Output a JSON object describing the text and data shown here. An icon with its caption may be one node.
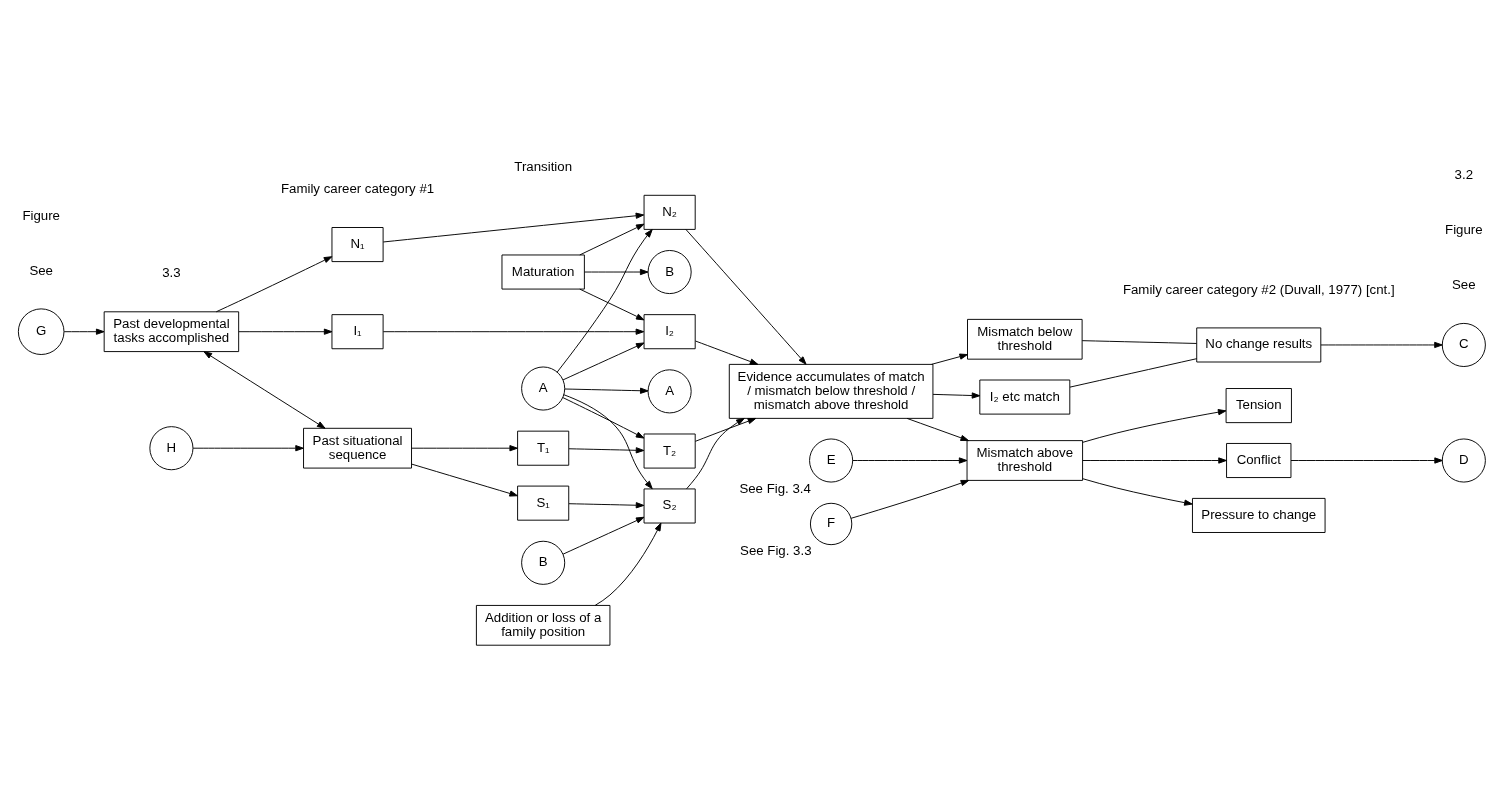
{
  "diagram": {
    "nodes": [
      {
        "text": [
          "G"
        ]
      },
      {
        "text": [
          "H"
        ]
      },
      {
        "text": [
          "Past developmental tasks accomplished"
        ]
      },
      {
        "text": [
          "Past situational sequence"
        ]
      },
      {
        "text": [
          "I₁"
        ]
      },
      {
        "text": [
          "N₁"
        ]
      },
      {
        "text": [
          "T₁"
        ]
      },
      {
        "text": [
          "S₁"
        ]
      },
      {
        "text": [
          "A"
        ]
      },
      {
        "text": [
          "A"
        ]
      },
      {
        "text": [
          "Maturation"
        ]
      },
      {
        "text": [
          "B"
        ]
      },
      {
        "text": [
          "B"
        ]
      },
      {
        "text": [
          "Addition or loss of a family position"
        ]
      },
      {
        "text": [
          "I₂"
        ]
      },
      {
        "text": [
          "N₂"
        ]
      },
      {
        "text": [
          "T₂"
        ]
      },
      {
        "text": [
          "S₂"
        ]
      },
      {
        "text": [
          "Evidence accumulates of match / mismatch below threshold / mismatch above threshold"
        ]
      },
      {
        "text": [
          "I₂ etc match"
        ]
      },
      {
        "text": [
          "Mismatch below threshold"
        ]
      },
      {
        "text": [
          "Mismatch above threshold"
        ]
      },
      {
        "text": [
          "E"
        ],
        "beside": [
          "See Fig. 3.4"
        ]
      },
      {
        "text": [
          "F"
        ],
        "beside": [
          "See Fig. 3.3"
        ]
      },
      {
        "text": [
          "No change results"
        ]
      },
      {
        "text": [
          "C"
        ]
      },
      {
        "text": [
          "Tension"
        ]
      },
      {
        "text": [
          "Conflict"
        ]
      },
      {
        "text": [
          "Pressure to change"
        ]
      },
      {
        "text": [
          "D"
        ]
      }
    ],
    "edges": [
      {
        "from": 0,
        "to": 2,
        "arrow": "to"
      },
      {
        "from": 1,
        "to": 3,
        "arrow": "to"
      },
      {
        "from": 2,
        "to": 3,
        "arrow": "both"
      },
      {
        "from": 2,
        "to": 4,
        "arrow": "to"
      },
      {
        "from": 2,
        "to": 5,
        "arrow": "to"
      },
      {
        "from": 3,
        "to": 6,
        "arrow": "to"
      },
      {
        "from": 3,
        "to": 7,
        "arrow": "to"
      },
      {
        "from": 4,
        "to": 14,
        "arrow": "to"
      },
      {
        "from": 5,
        "to": 15,
        "arrow": "to"
      },
      {
        "from": 6,
        "to": 16,
        "arrow": "to"
      },
      {
        "from": 7,
        "to": 17,
        "arrow": "to"
      },
      {
        "from": 8,
        "to": 14,
        "arrow": "to"
      },
      {
        "from": 8,
        "to": 15,
        "arrow": "to"
      },
      {
        "from": 8,
        "to": 16,
        "arrow": "to"
      },
      {
        "from": 8,
        "to": 17,
        "arrow": "to"
      },
      {
        "from": 8,
        "to": 9,
        "arrow": "to"
      },
      {
        "from": 10,
        "to": 14,
        "arrow": "to"
      },
      {
        "from": 10,
        "to": 15,
        "arrow": "to"
      },
      {
        "from": 10,
        "to": 11,
        "arrow": "to"
      },
      {
        "from": 12,
        "to": 17,
        "arrow": "to"
      },
      {
        "from": 13,
        "to": 17,
        "arrow": "to"
      },
      {
        "from": 14,
        "to": 18,
        "arrow": "to"
      },
      {
        "from": 15,
        "to": 18,
        "arrow": "to"
      },
      {
        "from": 16,
        "to": 18,
        "arrow": "to"
      },
      {
        "from": 17,
        "to": 18,
        "arrow": "to"
      },
      {
        "from": 18,
        "to": 19,
        "arrow": "to"
      },
      {
        "from": 18,
        "to": 20,
        "arrow": "to"
      },
      {
        "from": 18,
        "to": 21,
        "arrow": "to"
      },
      {
        "from": 22,
        "to": 21,
        "arrow": "to"
      },
      {
        "from": 23,
        "to": 21,
        "arrow": "to"
      },
      {
        "from": 19,
        "to": 24,
        "arrow": "none"
      },
      {
        "from": 20,
        "to": 24,
        "arrow": "none"
      },
      {
        "from": 24,
        "to": 25,
        "arrow": "to"
      },
      {
        "from": 21,
        "to": 26,
        "arrow": "to"
      },
      {
        "from": 21,
        "to": 27,
        "arrow": "to"
      },
      {
        "from": 21,
        "to": 28,
        "arrow": "to"
      },
      {
        "from": 27,
        "to": 29,
        "arrow": "to"
      }
    ],
    "labels": [
      "See",
      "Figure",
      "3.3",
      "See",
      "Figure",
      "3.2",
      "Transition",
      "Family career category #1",
      "Family career category #2 (Duvall, 1977) [cnt.]"
    ]
  }
}
